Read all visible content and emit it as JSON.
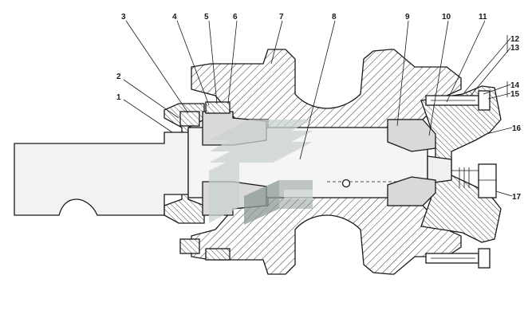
{
  "drawing": {
    "subject": "track roller assembly, longitudinal section",
    "colors": {
      "line": "#1a1a1a",
      "hatch_fill": "#e6e6e6",
      "shaft": "#f2f2f2",
      "bearing": "#d9d9d9",
      "watermark_light": "#c9d3cf",
      "watermark_dark": "#8c9a95",
      "background": "#ffffff"
    }
  },
  "callouts": [
    {
      "id": "1",
      "text": "1"
    },
    {
      "id": "2",
      "text": "2"
    },
    {
      "id": "3",
      "text": "3"
    },
    {
      "id": "4",
      "text": "4"
    },
    {
      "id": "5",
      "text": "5"
    },
    {
      "id": "6",
      "text": "6"
    },
    {
      "id": "7",
      "text": "7"
    },
    {
      "id": "8",
      "text": "8"
    },
    {
      "id": "9",
      "text": "9"
    },
    {
      "id": "10",
      "text": "10"
    },
    {
      "id": "11",
      "text": "11"
    },
    {
      "id": "12",
      "text": "12"
    },
    {
      "id": "13",
      "text": "13"
    },
    {
      "id": "14",
      "text": "14"
    },
    {
      "id": "15",
      "text": "15"
    },
    {
      "id": "16",
      "text": "16"
    },
    {
      "id": "17",
      "text": "17"
    }
  ]
}
